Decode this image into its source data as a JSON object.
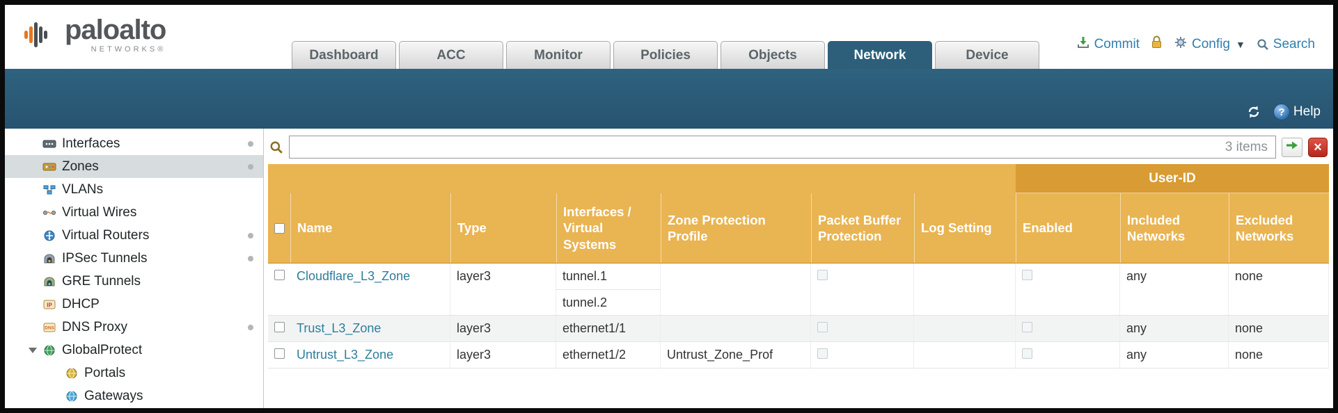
{
  "brand": {
    "name": "paloalto",
    "sub": "NETWORKS®"
  },
  "tabs": {
    "items": [
      "Dashboard",
      "ACC",
      "Monitor",
      "Policies",
      "Objects",
      "Network",
      "Device"
    ],
    "active": "Network"
  },
  "utils": {
    "commit": "Commit",
    "config": "Config",
    "search": "Search"
  },
  "band": {
    "help": "Help"
  },
  "sidebar": {
    "items": [
      {
        "label": "Interfaces",
        "icon": "interfaces-icon",
        "dot": true
      },
      {
        "label": "Zones",
        "icon": "zones-icon",
        "dot": true,
        "selected": true
      },
      {
        "label": "VLANs",
        "icon": "vlans-icon",
        "dot": false
      },
      {
        "label": "Virtual Wires",
        "icon": "virtual-wires-icon",
        "dot": false
      },
      {
        "label": "Virtual Routers",
        "icon": "virtual-routers-icon",
        "dot": true
      },
      {
        "label": "IPSec Tunnels",
        "icon": "ipsec-tunnels-icon",
        "dot": true
      },
      {
        "label": "GRE Tunnels",
        "icon": "gre-tunnels-icon",
        "dot": false
      },
      {
        "label": "DHCP",
        "icon": "dhcp-icon",
        "dot": false
      },
      {
        "label": "DNS Proxy",
        "icon": "dns-proxy-icon",
        "dot": true
      },
      {
        "label": "GlobalProtect",
        "icon": "globalprotect-icon",
        "dot": false,
        "expandable": true,
        "expanded": true
      },
      {
        "label": "Portals",
        "icon": "portals-icon",
        "dot": false,
        "child": true
      },
      {
        "label": "Gateways",
        "icon": "gateways-icon",
        "dot": false,
        "child": true
      }
    ]
  },
  "filter": {
    "value": "",
    "count": "3 items"
  },
  "table": {
    "group_header": "User-ID",
    "columns": [
      "Name",
      "Type",
      "Interfaces / Virtual Systems",
      "Zone Protection Profile",
      "Packet Buffer Protection",
      "Log Setting",
      "Enabled",
      "Included Networks",
      "Excluded Networks"
    ],
    "rows": [
      {
        "name": "Cloudflare_L3_Zone",
        "type": "layer3",
        "interfaces": [
          "tunnel.1",
          "tunnel.2"
        ],
        "zone_protection_profile": "",
        "packet_buffer_protection": false,
        "log_setting": "",
        "enabled": false,
        "included_networks": "any",
        "excluded_networks": "none"
      },
      {
        "name": "Trust_L3_Zone",
        "type": "layer3",
        "interfaces": [
          "ethernet1/1"
        ],
        "zone_protection_profile": "",
        "packet_buffer_protection": false,
        "log_setting": "",
        "enabled": false,
        "included_networks": "any",
        "excluded_networks": "none"
      },
      {
        "name": "Untrust_L3_Zone",
        "type": "layer3",
        "interfaces": [
          "ethernet1/2"
        ],
        "zone_protection_profile": "Untrust_Zone_Prof",
        "packet_buffer_protection": false,
        "log_setting": "",
        "enabled": false,
        "included_networks": "any",
        "excluded_networks": "none"
      }
    ]
  },
  "colors": {
    "header_gold": "#e9b452",
    "group_gold": "#d99b33",
    "teal": "#2d5f7a",
    "link": "#2e7d9c",
    "selected_sidebar": "#d7dcdf"
  }
}
